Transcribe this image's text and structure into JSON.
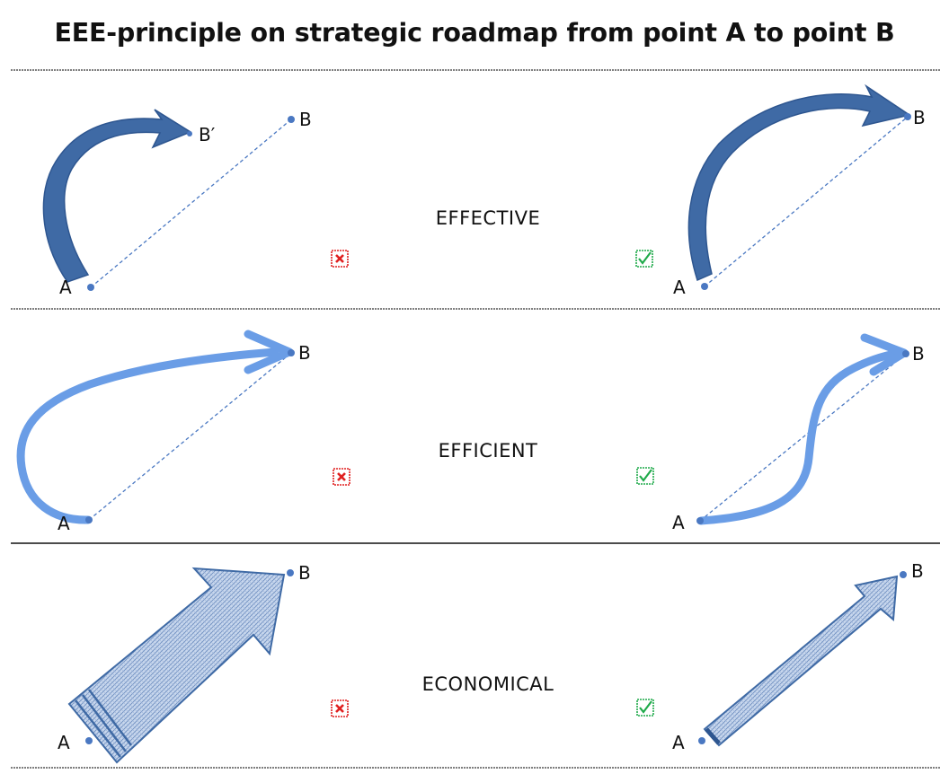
{
  "title": "EEE-principle on strategic roadmap from point A to point B",
  "rows": [
    {
      "label": "EFFECTIVE",
      "wrong": {
        "start_label": "A",
        "end_label": "B",
        "reached_label": "B′",
        "mark": "cross-icon"
      },
      "right": {
        "start_label": "A",
        "end_label": "B",
        "mark": "check-icon"
      }
    },
    {
      "label": "EFFICIENT",
      "wrong": {
        "start_label": "A",
        "end_label": "B",
        "mark": "cross-icon"
      },
      "right": {
        "start_label": "A",
        "end_label": "B",
        "mark": "check-icon"
      }
    },
    {
      "label": "ECONOMICAL",
      "wrong": {
        "start_label": "A",
        "end_label": "B",
        "mark": "cross-icon"
      },
      "right": {
        "start_label": "A",
        "end_label": "B",
        "mark": "check-icon"
      }
    }
  ],
  "colors": {
    "dark_arrow": "#3f6aa5",
    "light_arrow": "#6a9de6",
    "point": "#4a78c2",
    "cross": "#e02020",
    "check": "#1faa4a"
  }
}
